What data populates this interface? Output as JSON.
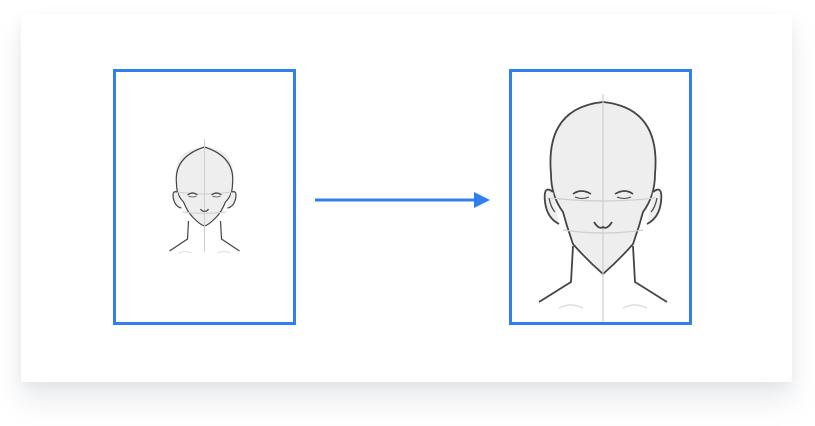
{
  "diagram": {
    "kind": "head-resize-illustration",
    "source_face": {
      "scale": "small"
    },
    "target_face": {
      "scale": "large"
    },
    "connector": "right-arrow"
  },
  "colors": {
    "frame": "#2f80ed",
    "arrow": "#2f80ed",
    "face_fill": "#eeeeee",
    "face_stroke": "#444444",
    "guide_line": "#cfcfcf",
    "shoulder_hint": "#dddddd",
    "card_background": "#ffffff"
  }
}
